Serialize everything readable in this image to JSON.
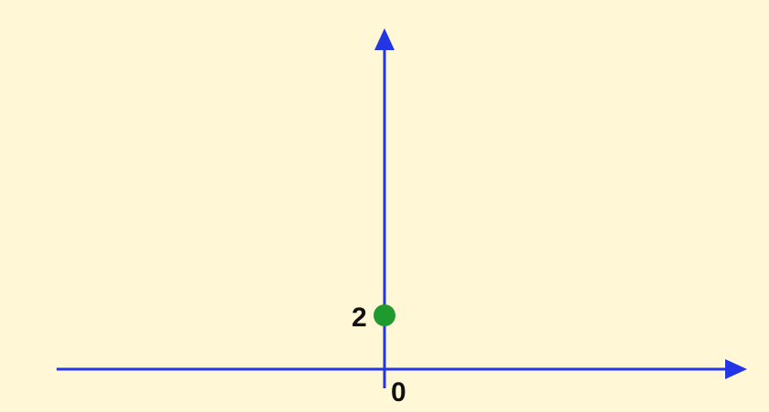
{
  "diagram": {
    "colors": {
      "background": "#fff7d6",
      "axis": "#2236e6",
      "point": "#1f9a2f",
      "text": "#111111"
    },
    "origin_label": "0",
    "point": {
      "label": "2",
      "x": 0,
      "y": 2
    }
  }
}
